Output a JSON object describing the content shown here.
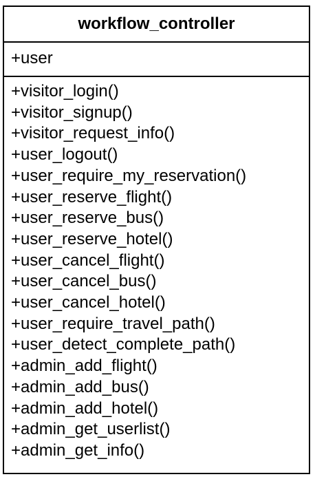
{
  "class_name": "workflow_controller",
  "attributes": [
    "+user"
  ],
  "operations": [
    "+visitor_login()",
    "+visitor_signup()",
    "+visitor_request_info()",
    "+user_logout()",
    "+user_require_my_reservation()",
    "+user_reserve_flight()",
    "+user_reserve_bus()",
    "+user_reserve_hotel()",
    "+user_cancel_flight()",
    "+user_cancel_bus()",
    "+user_cancel_hotel()",
    "+user_require_travel_path()",
    "+user_detect_complete_path()",
    "+admin_add_flight()",
    "+admin_add_bus()",
    "+admin_add_hotel()",
    "+admin_get_userlist()",
    "+admin_get_info()"
  ]
}
